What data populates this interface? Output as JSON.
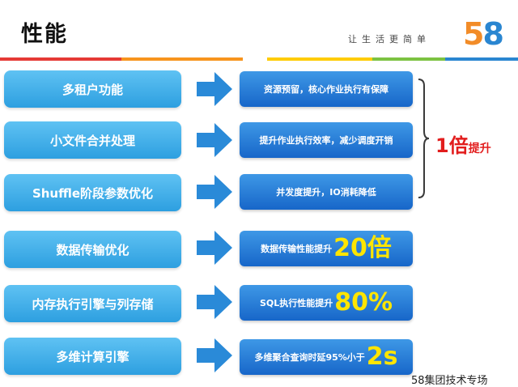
{
  "header": {
    "title": "性能",
    "slogan": "让生活更简单",
    "logo_digit_1": "5",
    "logo_digit_2": "8",
    "stripe_colors": [
      "#e53935",
      "#f7941d",
      "#ffcc00",
      "#7cc242",
      "#2a86d1"
    ]
  },
  "rows": [
    {
      "left_label": "多租户功能",
      "right_text": "资源预留，核心作业执行有保障",
      "right_big": ""
    },
    {
      "left_label": "小文件合并处理",
      "right_text": "提升作业执行效率，减少调度开销",
      "right_big": ""
    },
    {
      "left_label": "Shuffle阶段参数优化",
      "right_text": "并发度提升，IO消耗降低",
      "right_big": ""
    },
    {
      "left_label": "数据传输优化",
      "right_text": "数据传输性能提升",
      "right_big": "20倍"
    },
    {
      "left_label": "内存执行引擎与列存储",
      "right_text": "SQL执行性能提升",
      "right_big": "80%"
    },
    {
      "left_label": "多维计算引擎",
      "right_text": "多维聚合查询时延95%小于",
      "right_big": "2s"
    }
  ],
  "summary": {
    "value": "1倍",
    "label": "提升"
  },
  "watermark": "58集团技术专场",
  "colors": {
    "left_box": "#3aaae8",
    "right_box": "#1e73d0",
    "arrow": "#2a8ad8",
    "highlight": "#ffe500",
    "summary": "#e21d1d"
  }
}
